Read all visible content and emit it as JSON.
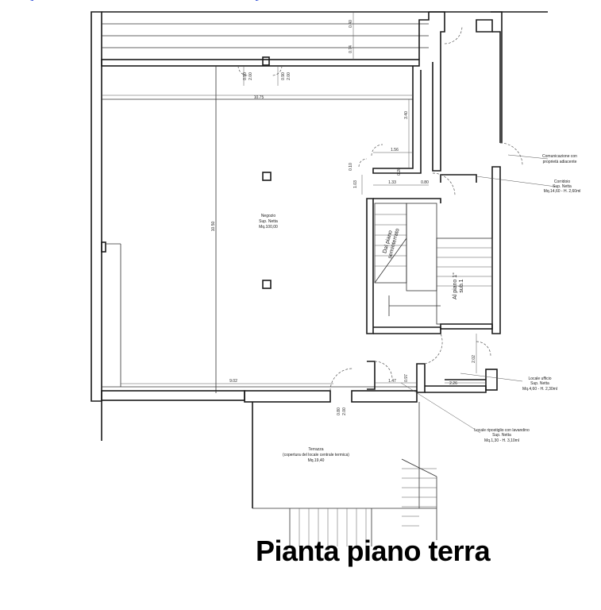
{
  "title": "Pianta piano terra",
  "rooms": {
    "negozio": {
      "name": "Negozio",
      "sup": "Sup. Netta",
      "mq": "Mq.100,00"
    },
    "corridoio": {
      "name": "Corridoio",
      "sup": "Sup. Netta",
      "mq": "Mq.14,60 - H. 2,60ml"
    },
    "comunicazione": {
      "line1": "Comunicazione con",
      "line2": "proprietà adiacente"
    },
    "ufficio": {
      "name": "Locale ufficio",
      "sup": "Sup. Netta",
      "mq": "Mq.4,60 - H. 2,30ml"
    },
    "ripostiglio": {
      "name": "Locale ripostiglio con lavandino",
      "sup": "Sup. Netta",
      "mq": "Mq.1,30 - H. 3,10ml"
    },
    "terrazza": {
      "name": "Terrazza",
      "desc": "(copertura del locale centrale termica)",
      "mq": "Mq.19,40"
    }
  },
  "stairs": {
    "down": {
      "line1": "Dal piano",
      "line2": "seminterrato"
    },
    "up": {
      "line1": "Al piano 1°",
      "line2": "sub.1"
    }
  },
  "dimensions": {
    "d_0_40": "0.40",
    "d_0_74": "0.74",
    "d_0_90a": "0.90",
    "d_2_00a": "2.00",
    "d_0_90b": "0.90",
    "d_2_00b": "2.00",
    "d_10_75": "10.75",
    "d_3_40": "3.40",
    "d_1_56": "1.56",
    "d_0_10": "0.10",
    "d_0_20": "0.20",
    "d_1_03": "1.03",
    "d_1_33": "1.33",
    "d_0_80": "0.80",
    "d_10_50": "10.50",
    "d_9_02": "9.02",
    "d_0_80b": "0.80",
    "d_2_00c": "2.00",
    "d_1_47": "1.47",
    "d_0_97": "0.97",
    "d_2_26": "2.26",
    "d_2_02": "2.02"
  },
  "colors": {
    "line": "#1a1a1a",
    "top_strip": "#2b4bd8"
  }
}
